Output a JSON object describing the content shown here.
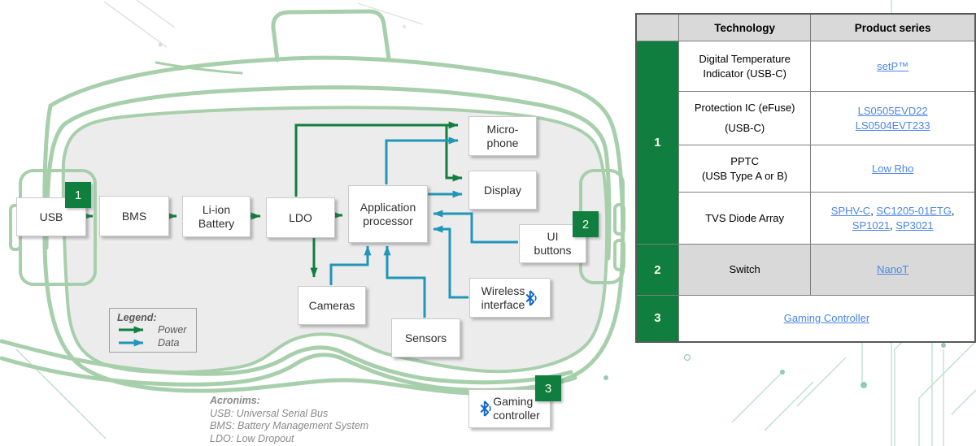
{
  "colors": {
    "accent_green": "#107e3e",
    "data_teal": "#2096b8",
    "outline_green": "#a8cfac",
    "face_gray": "#ececec",
    "header_gray": "#d9d9d9",
    "link_blue": "#4a86e8"
  },
  "punctuation": {
    "comma": ", "
  },
  "diagram": {
    "nodes": {
      "usb": {
        "label": "USB",
        "badge": "1"
      },
      "bms": {
        "label": "BMS"
      },
      "battery": {
        "label": "Li-ion\nBattery"
      },
      "ldo": {
        "label": "LDO"
      },
      "app": {
        "label": "Application\nprocessor"
      },
      "mic": {
        "label": "Micro-\nphone"
      },
      "display": {
        "label": "Display"
      },
      "ui": {
        "label": "UI\nbuttons",
        "badge": "2"
      },
      "wireless": {
        "label": "Wireless\ninterface"
      },
      "cameras": {
        "label": "Cameras"
      },
      "sensors": {
        "label": "Sensors"
      },
      "gaming": {
        "label": "Gaming\ncontroller",
        "badge": "3"
      }
    },
    "legend": {
      "title": "Legend:",
      "power_label": "Power",
      "data_label": "Data"
    },
    "acronyms": {
      "title": "Acronims:",
      "line1": "USB: Universal Serial Bus",
      "line2": "BMS: Battery Management System",
      "line3": "LDO: Low Dropout"
    }
  },
  "table": {
    "headers": {
      "technology": "Technology",
      "product_series": "Product series"
    },
    "group1": {
      "badge": "1",
      "rows": [
        {
          "tech": "Digital Temperature\nIndicator (USB-C)",
          "links": [
            "setP™"
          ]
        },
        {
          "tech": "Protection IC (eFuse)\n(USB-C)",
          "links": [
            "LS0505EVD22",
            "LS0504EVT233"
          ]
        },
        {
          "tech": "PPTC\n(USB Type A or B)",
          "links": [
            "Low Rho"
          ]
        },
        {
          "tech": "TVS Diode Array",
          "links": [
            "SPHV-C",
            "SC1205-01ETG",
            "SP1021",
            "SP3021"
          ]
        }
      ]
    },
    "group2": {
      "badge": "2",
      "tech": "Switch",
      "links": [
        "NanoT"
      ]
    },
    "group3": {
      "badge": "3",
      "links": [
        "Gaming Controller"
      ]
    }
  }
}
